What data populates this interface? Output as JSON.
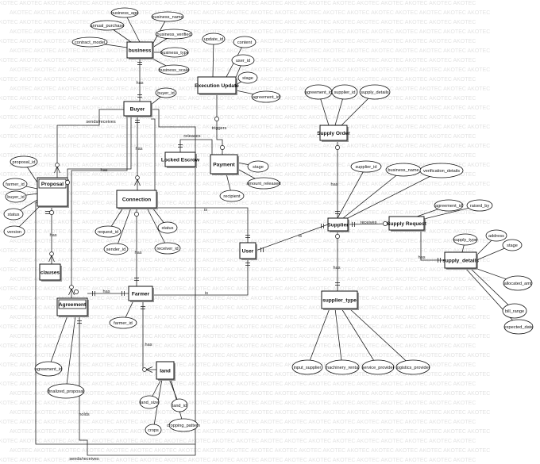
{
  "entities": {
    "business": "business",
    "execution_update": "Execution Update",
    "buyer": "Buyer",
    "supply_order": "Supply Order",
    "locked_escrow": "Locked Escrow",
    "payment": "Payment",
    "proposal": "Proposal",
    "connection": "Connection",
    "supplier": "Supplier",
    "supply_request": "Supply Request",
    "supply_details": "supply_details",
    "user": "User",
    "clauses": "clauses",
    "agreement": "Agreement",
    "farmer": "Farmer",
    "supplier_type": "supplier_type",
    "land": "land"
  },
  "attributes": {
    "business_age": "business_age",
    "business_name": "business_name",
    "annual_purchase": "annual_purchase",
    "business_verified": "business_verified",
    "contract_model": "contract_model",
    "business_type": "business_type",
    "business_scale": "business_scale",
    "update_id": "update_id",
    "content": "content",
    "eu_user_id": "user_id",
    "eu_stage": "stage",
    "eu_agreement_id": "agreement_id",
    "buyer_id": "buyer_id",
    "so_agreement_id": "agreement_id",
    "so_supplier_id": "supplier_id",
    "supply_details_attr": "supply_details",
    "pay_stage": "stage",
    "amount_released": "amount_released",
    "recipient": "recipient",
    "proposal_id": "proposal_id",
    "farmer_id_p": "farmer_id",
    "buyer_id_p": "buyer_id",
    "status_p": "status",
    "version": "version",
    "request_id": "request_id",
    "status_c": "status",
    "sender_id": "sender_id",
    "receiver_id": "receiver_id",
    "supplier_id": "supplier_id",
    "business_name_s": "business_name",
    "verification_details": "verification_details",
    "sr_agreement_id": "agreement_id",
    "raised_by": "raised_by",
    "supply_type": "supply_type",
    "address": "address",
    "sd_stage": "stage",
    "allocated_amt": "allocated_amt",
    "bill_range": "bill_range",
    "expected_date": "expected_date",
    "agreement_id_a": "agreement_id",
    "finalized_proposal": "finalized_proposal",
    "farmer_id_f": "farmer_id",
    "input_supplier": "input_supplier",
    "machinery_rental": "machinery_rental",
    "service_provider": "service_provider",
    "logistics_provider": "logistics_provider",
    "land_size": "land_size",
    "land_id": "land_id",
    "crops": "crops",
    "cropping_pattern": "cropping_pattern"
  },
  "relationships": {
    "has_business_buyer": "has",
    "sends_receives_top": "sends/receives",
    "has_buyer_connection": "has",
    "has_proposal_buyer": "has",
    "releases": "releases",
    "triggers": "triggers",
    "is_buyer_user": "is",
    "is_user_supplier": "is",
    "receives": "receives",
    "has_supply_order": "has",
    "has_supply_details": "has",
    "has_supplier_type": "has",
    "has_proposal_clauses": "has",
    "has_connection_farmer": "has",
    "has_agreement_farmer": "has",
    "is_farmer_user": "is",
    "has_farmer_land": "has",
    "holds": "holds",
    "sends_receives_bottom": "sends/receives"
  },
  "watermark": "AKOTEC"
}
